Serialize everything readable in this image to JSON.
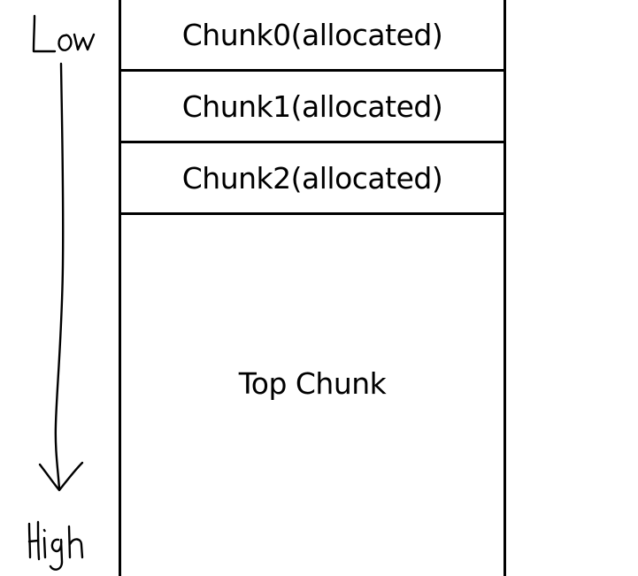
{
  "address_axis": {
    "low_label": "Low",
    "high_label": "High"
  },
  "chunks": [
    {
      "label": "Chunk0(allocated)"
    },
    {
      "label": "Chunk1(allocated)"
    },
    {
      "label": "Chunk2(allocated)"
    }
  ],
  "top_chunk": {
    "label": "Top Chunk"
  }
}
